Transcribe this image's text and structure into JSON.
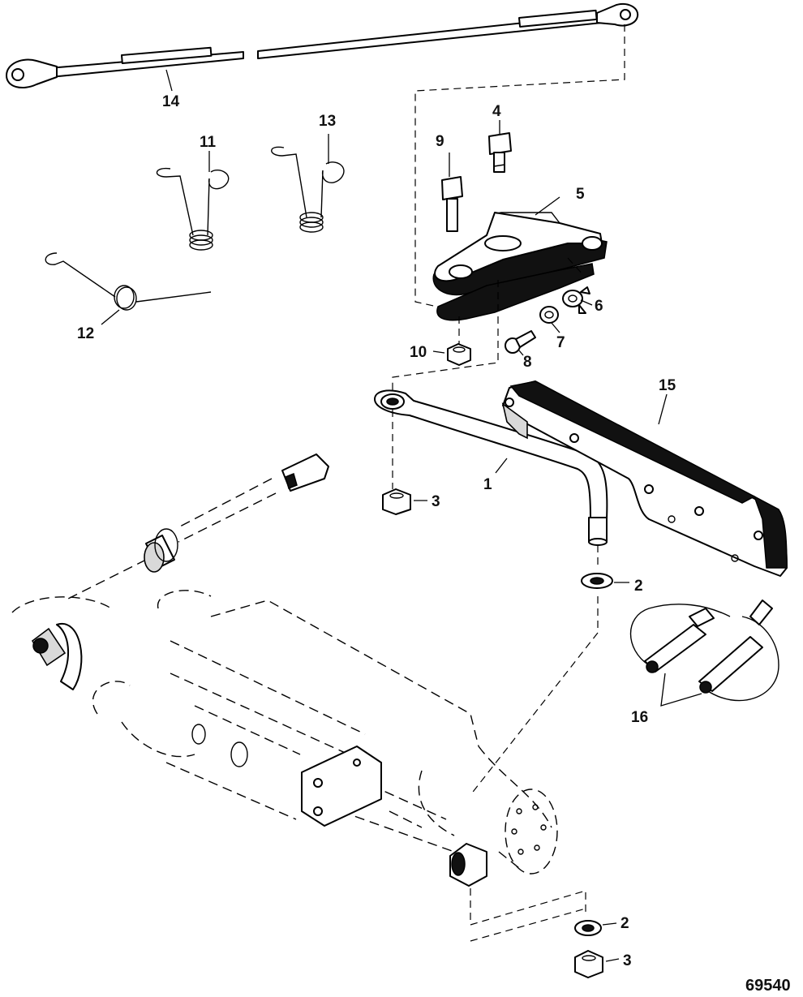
{
  "figure": {
    "figure_id": "69540",
    "callouts": {
      "c1": "1",
      "c2a": "2",
      "c2b": "2",
      "c3a": "3",
      "c3b": "3",
      "c4": "4",
      "c5": "5",
      "c6": "6",
      "c7": "7",
      "c8": "8",
      "c9": "9",
      "c10": "10",
      "c11": "11",
      "c12": "12",
      "c13": "13",
      "c14": "14",
      "c15": "15",
      "c16": "16"
    }
  }
}
